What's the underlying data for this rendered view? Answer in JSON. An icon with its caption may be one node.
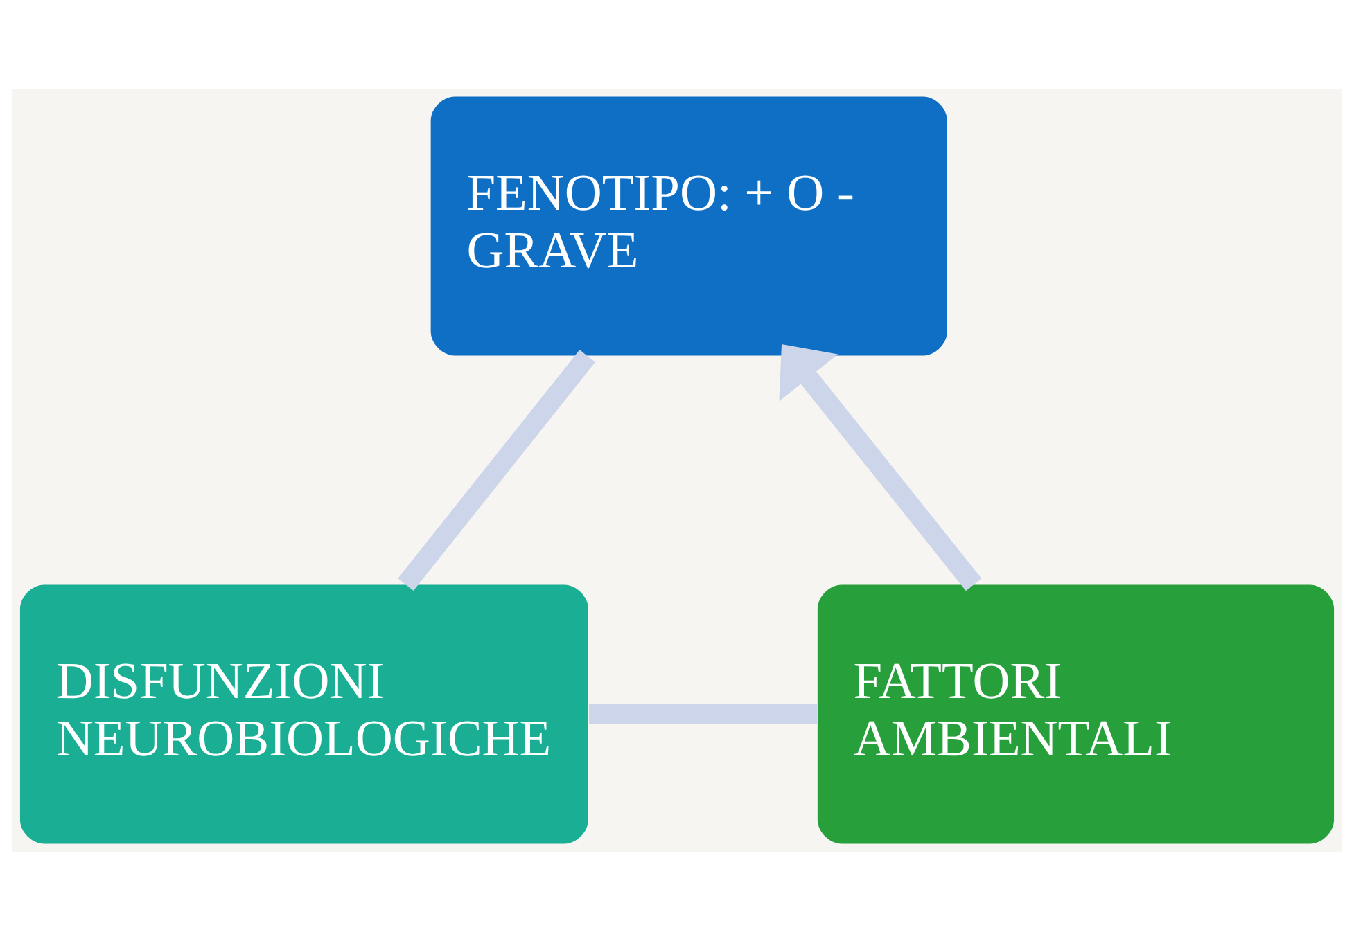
{
  "diagram": {
    "nodes": [
      {
        "text": [
          "FENOTIPO: + O - GRAVE"
        ]
      },
      {
        "text": [
          "FATTORI AMBIENTALI"
        ]
      },
      {
        "text": [
          "DISFUNZIONI NEUROBIOLOGICHE"
        ]
      }
    ],
    "edges": [
      {
        "from": 0,
        "to": 2,
        "arrow": "none"
      },
      {
        "from": 2,
        "to": 1,
        "arrow": "none"
      },
      {
        "from": 1,
        "to": 0,
        "arrow": "to"
      }
    ]
  }
}
